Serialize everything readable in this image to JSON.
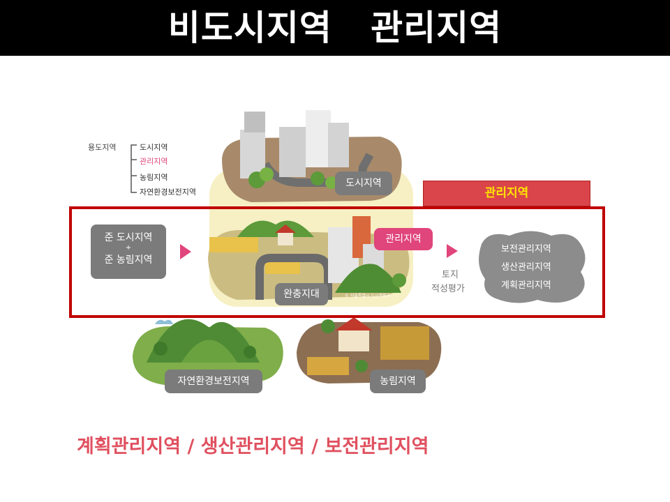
{
  "header": {
    "title": "비도시지역   관리지역"
  },
  "legend": {
    "title": "용도지역",
    "items": [
      {
        "label": "도시지역",
        "color": "#333333"
      },
      {
        "label": "관리지역",
        "color": "#e0457b"
      },
      {
        "label": "농림지역",
        "color": "#333333"
      },
      {
        "label": "자연환경보전지역",
        "color": "#333333"
      }
    ]
  },
  "illustration": {
    "urban_label": "도시지역",
    "management_label": "관리지역",
    "buffer_label": "완충지대",
    "natural_label": "자연환경보전지역",
    "farm_label": "농림지역",
    "source_credit": "© 서울특별시 도시계획국"
  },
  "flow": {
    "source_line1": "준 도시지역",
    "source_plus": "+",
    "source_line2": "준 농림지역",
    "eval_line1": "토지",
    "eval_line2": "적성평가",
    "results": [
      "보전관리지역",
      "생산관리지역",
      "계획관리지역"
    ]
  },
  "mgmt_header": "관리지역",
  "footer_text": "계획관리지역 / 생산관리지역 / 보전관리지역",
  "colors": {
    "accent_pink": "#e0457b",
    "header_red": "#d9454a",
    "header_text_yellow": "#ffe600",
    "frame_red": "#c00000",
    "footer_pink": "#e0505f",
    "pill_gray": "#7b7b7b"
  }
}
